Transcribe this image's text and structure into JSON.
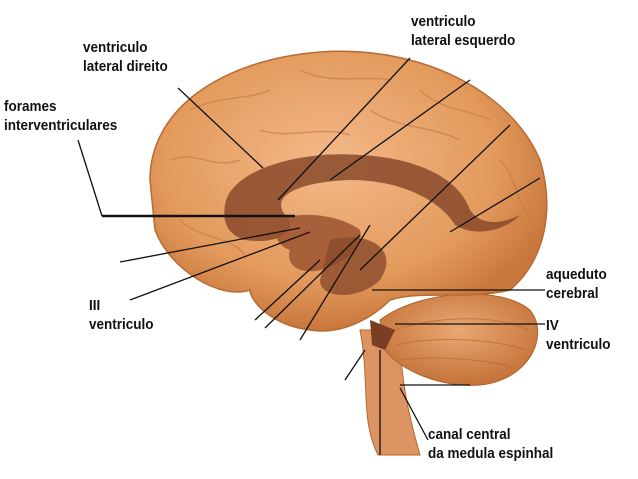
{
  "labels": {
    "lateral_direito": [
      "ventriculo",
      "lateral direito"
    ],
    "lateral_esquerdo": [
      "ventriculo",
      "lateral esquerdo"
    ],
    "forames": [
      "forames",
      "interventriculares"
    ],
    "terceiro": [
      "III",
      "ventriculo"
    ],
    "aqueduto": [
      "aqueduto",
      "cerebral"
    ],
    "quarto": [
      "IV",
      "ventriculo"
    ],
    "canal": [
      "canal central",
      "da medula espinhal"
    ]
  },
  "colors": {
    "brain": "#e39a5c",
    "brain_dark": "#c8763b",
    "ventricle": "#8a4a2c",
    "cerebellum": "#d98c55",
    "leader_line": "#111111"
  }
}
